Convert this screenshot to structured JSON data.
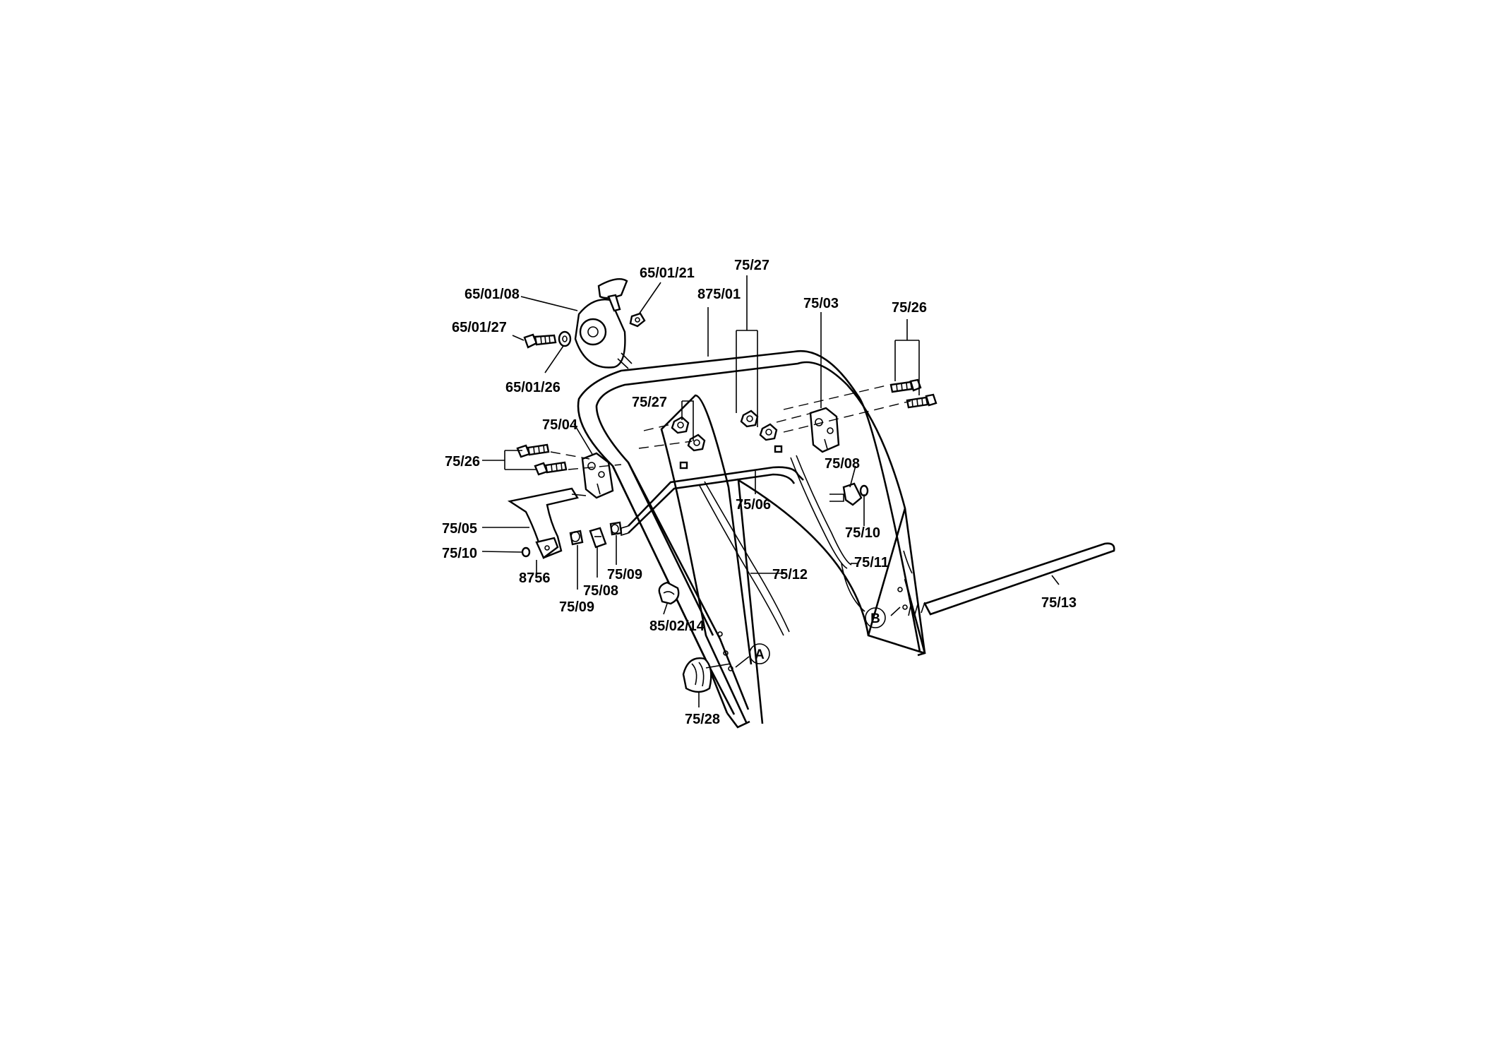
{
  "labels": {
    "l_650108": "65/01/08",
    "l_650121": "65/01/21",
    "l_650127": "65/01/27",
    "l_650126": "65/01/26",
    "l_87501": "875/01",
    "l_7527_top": "75/27",
    "l_7503": "75/03",
    "l_7526_right": "75/26",
    "l_7527_mid": "75/27",
    "l_7504": "75/04",
    "l_7526_left": "75/26",
    "l_7508_right": "75/08",
    "l_7506": "75/06",
    "l_7510_right": "75/10",
    "l_7505": "75/05",
    "l_7510_left": "75/10",
    "l_8756": "8756",
    "l_7509_a": "75/09",
    "l_7508_left": "75/08",
    "l_7509_b": "75/09",
    "l_7512": "75/12",
    "l_7511": "75/11",
    "l_7513": "75/13",
    "l_850214": "85/02/14",
    "l_7528": "75/28",
    "marker_a": "A",
    "marker_b": "B"
  }
}
